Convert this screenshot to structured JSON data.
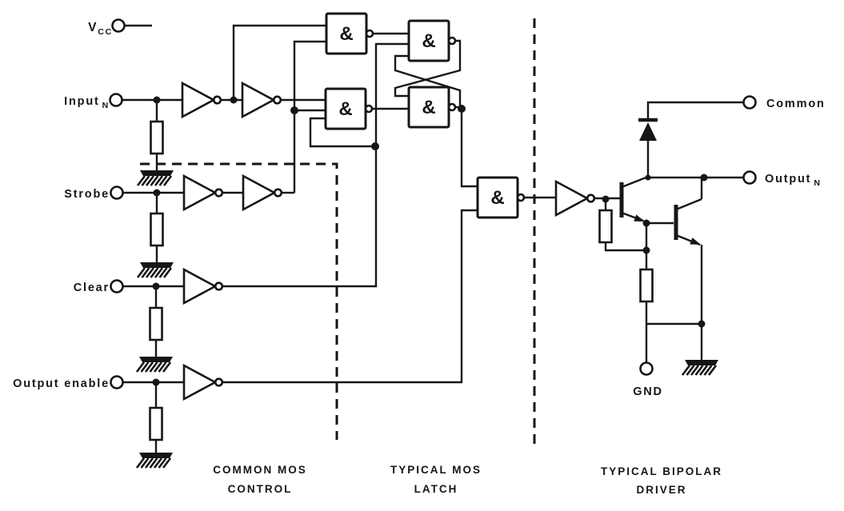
{
  "figure": {
    "type": "logic-schematic",
    "background": "#ffffff",
    "ink": "#161616"
  },
  "terminals": {
    "vcc": {
      "label": "V",
      "sub": "CC"
    },
    "input": {
      "label": "Input",
      "sub": "N"
    },
    "strobe": {
      "label": "Strobe"
    },
    "clear": {
      "label": "Clear"
    },
    "output_enable": {
      "label": "Output enable"
    },
    "common": {
      "label": "Common"
    },
    "output": {
      "label": "Output",
      "sub": "N"
    },
    "gnd": {
      "label": "GND"
    }
  },
  "gates": {
    "and_symbol": "&"
  },
  "sections": [
    {
      "line1": "COMMON MOS",
      "line2": "CONTROL"
    },
    {
      "line1": "TYPICAL MOS",
      "line2": "LATCH"
    },
    {
      "line1": "TYPICAL BIPOLAR",
      "line2": "DRIVER"
    }
  ]
}
